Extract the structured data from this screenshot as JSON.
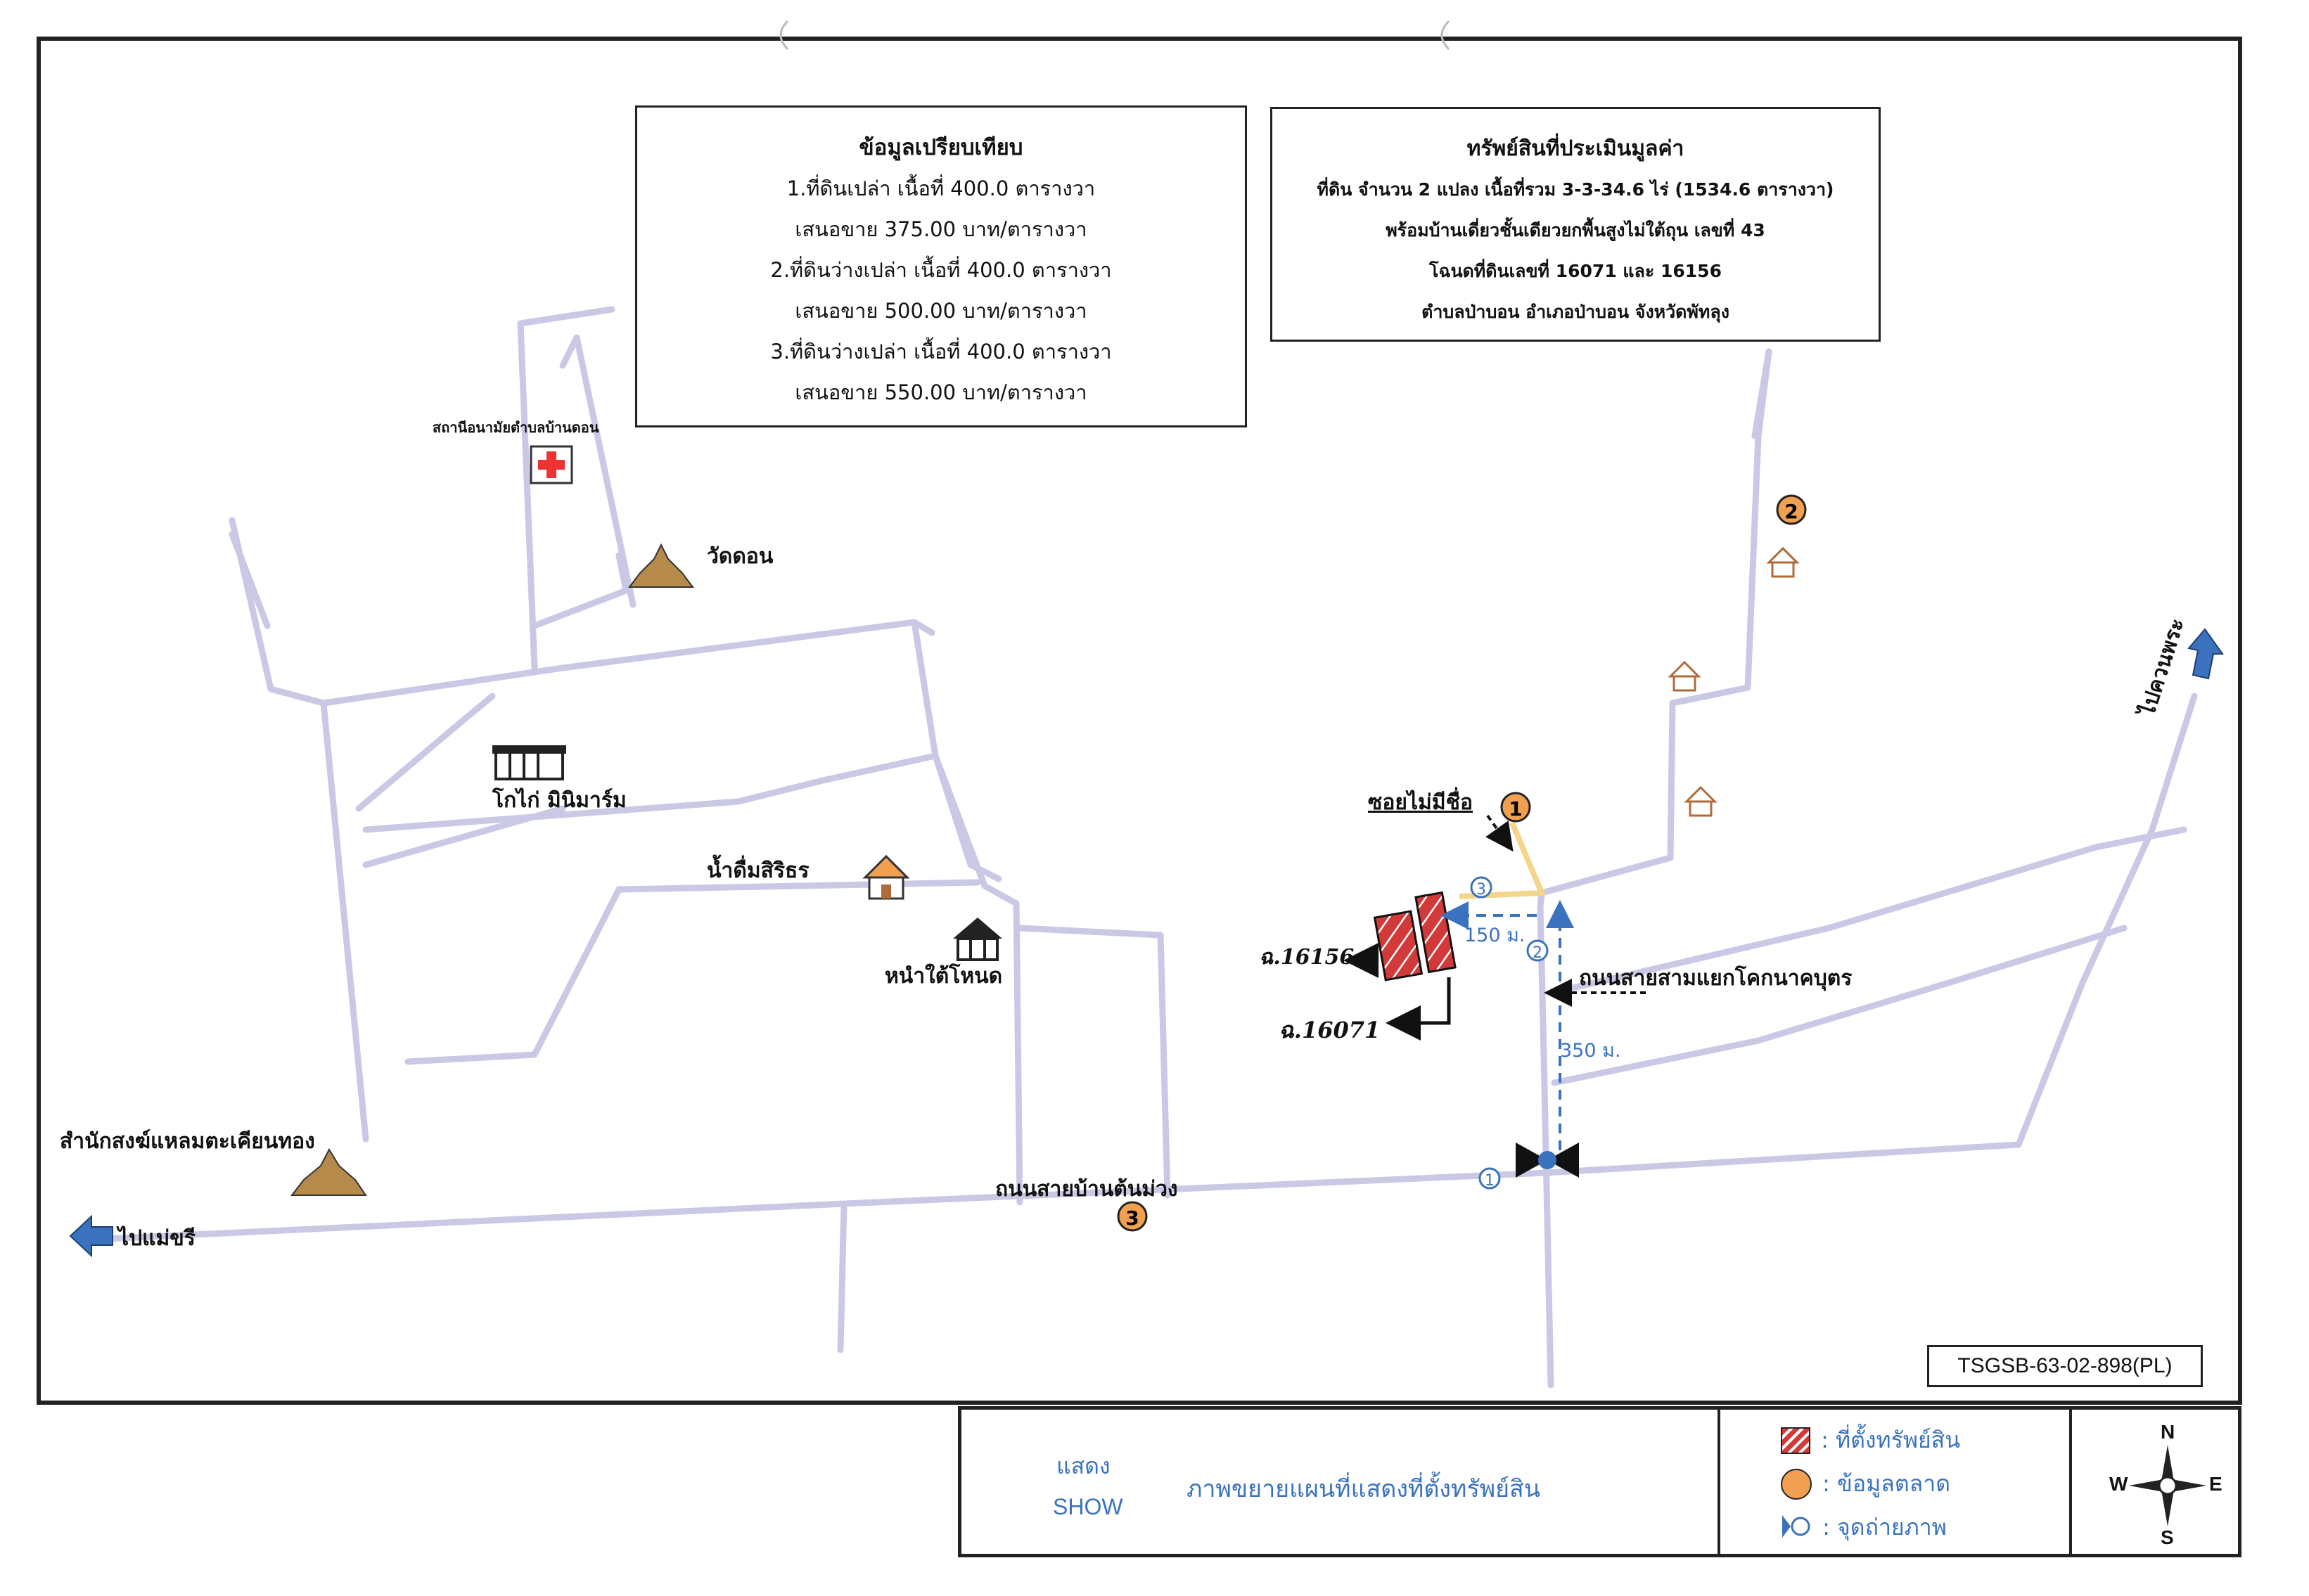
{
  "comparison_box": {
    "title": "ข้อมูลเปรียบเทียบ",
    "lines": [
      "1.ที่ดินเปล่า เนื้อที่ 400.0 ตารางวา",
      "เสนอขาย 375.00  บาท/ตารางวา",
      "2.ที่ดินว่างเปล่า เนื้อที่ 400.0 ตารางวา",
      "เสนอขาย 500.00  บาท/ตารางวา",
      "3.ที่ดินว่างเปล่า เนื้อที่ 400.0 ตารางวา",
      "เสนอขาย 550.00  บาท/ตารางวา"
    ]
  },
  "property_box": {
    "title": "ทรัพย์สินที่ประเมินมูลค่า",
    "lines": [
      "ที่ดิน จำนวน 2 แปลง เนื้อที่รวม 3-3-34.6 ไร่ (1534.6 ตารางวา)",
      "พร้อมบ้านเดี่ยวชั้นเดียวยกพื้นสูงไม่ใต้ถุน เลขที่ 43",
      "โฉนดที่ดินเลขที่ 16071 และ 16156",
      "ตำบลป่าบอน อำเภอป่าบอน จังหวัดพัทลุง"
    ]
  },
  "places": {
    "health_station": "สถานีอนามัยตำบลบ้านดอน",
    "temple_don": "วัดดอน",
    "kokai_minimart": "โกไก่ มินิมาร์ม",
    "water_sirithorn": "น้ำดื่มสิริธร",
    "nuatai_hinot": "หนำใต้โหนด",
    "samnak_song": "สำนักสงฆ์แหลมตะเคียนทอง"
  },
  "roads": {
    "soi_unnamed": "ซอยไม่มีชื่อ",
    "road_samyaek": "ถนนสายสามแยกโคกนาคบุตร",
    "road_bantonmuang": "ถนนสายบ้านต้นม่วง",
    "to_mae_kri": "ไปแม่ขรี",
    "to_khuan_phra": "ไปควนพระ"
  },
  "distances": {
    "d150": "150 ม.",
    "d350": "350 ม."
  },
  "parcels": {
    "p16156": "ฉ.16156",
    "p16071": "ฉ.16071"
  },
  "markers": {
    "m1": "1",
    "m2": "2",
    "m3": "3"
  },
  "doc_code": "TSGSB-63-02-898(PL)",
  "footer": {
    "show_th": "แสดง",
    "show_en": "SHOW",
    "caption": "ภาพขยายแผนที่แสดงที่ตั้งทรัพย์สิน",
    "legend": [
      {
        "icon": "hatched-parcel-icon",
        "label": ": ที่ตั้งทรัพย์สิน"
      },
      {
        "icon": "market-data-circle-icon",
        "label": ": ข้อมูลตลาด"
      },
      {
        "icon": "photo-point-icon",
        "label": ": จุดถ่ายภาพ"
      }
    ],
    "compass": {
      "n": "N",
      "s": "S",
      "e": "E",
      "w": "W"
    }
  },
  "colors": {
    "road": "#c9c9e6",
    "market_marker": "#f0a050",
    "parcel": "#d23a3a",
    "accent_blue": "#3a72c0"
  }
}
